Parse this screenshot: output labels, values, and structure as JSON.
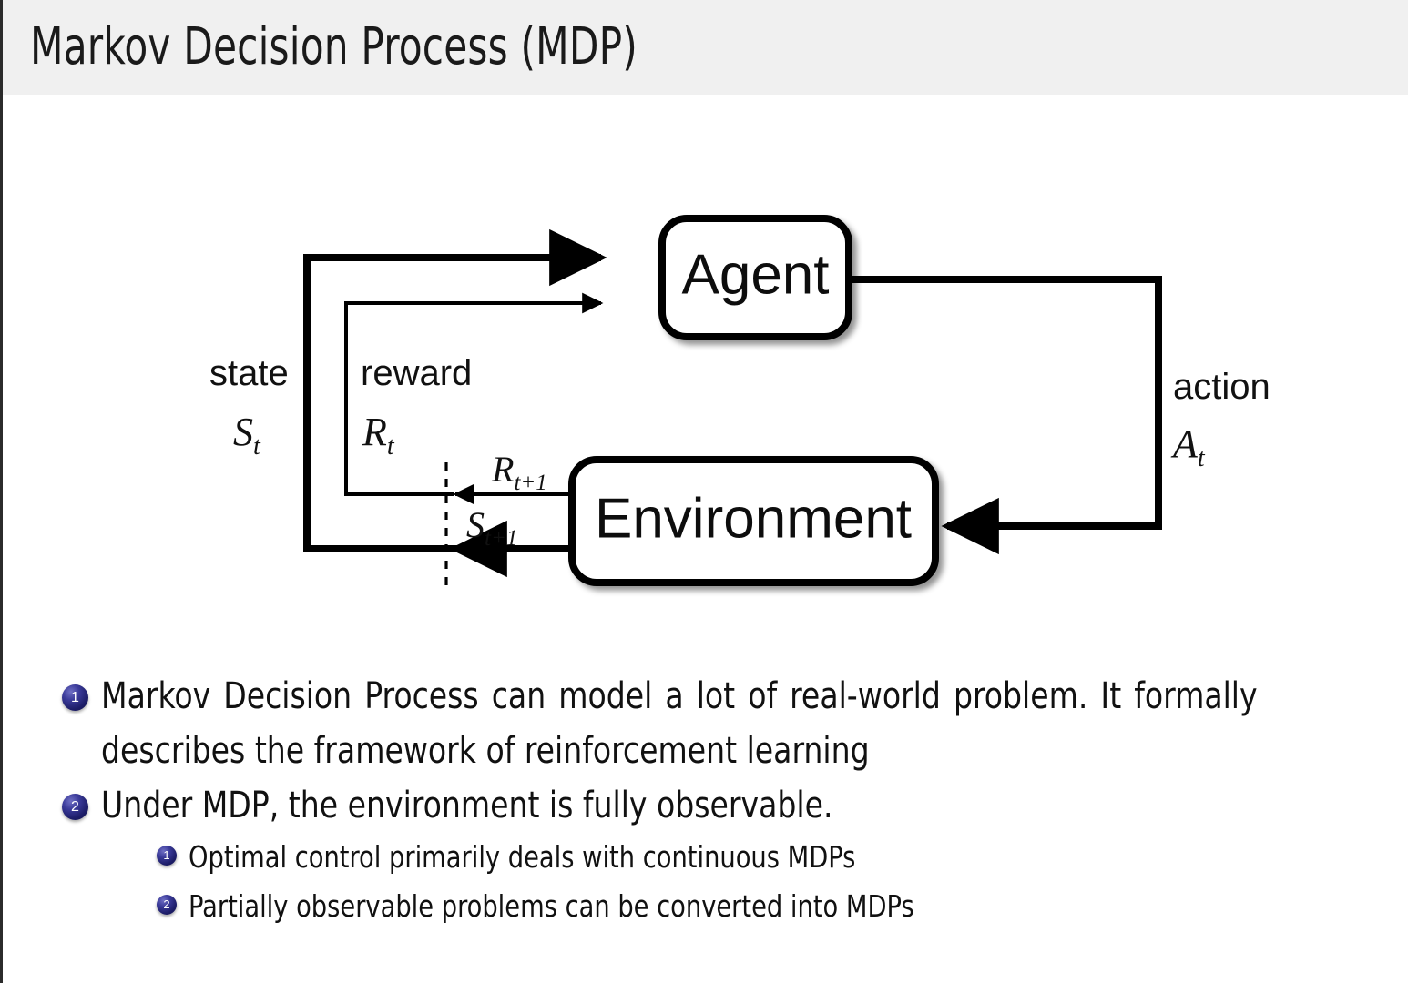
{
  "slide": {
    "title": "Markov Decision Process (MDP)",
    "background_color": "#ffffff",
    "title_bar_color": "#f0f0f0",
    "accent_color": "#1d1d68"
  },
  "diagram": {
    "name": "agent-environment-interaction-loop",
    "nodes": [
      {
        "id": "agent",
        "label": "Agent"
      },
      {
        "id": "environment",
        "label": "Environment"
      }
    ],
    "edge_labels": {
      "state_word": "state",
      "state_symbol": "S",
      "state_symbol_sub": "t",
      "reward_word": "reward",
      "reward_symbol": "R",
      "reward_symbol_sub": "t",
      "action_word": "action",
      "action_symbol": "A",
      "action_symbol_sub": "t",
      "next_reward_symbol": "R",
      "next_reward_sub": "t+1",
      "next_state_symbol": "S",
      "next_state_sub": "t+1"
    }
  },
  "bullets": [
    {
      "level": 1,
      "number": "1",
      "text": "Markov Decision Process can model a lot of real-world problem. It formally describes the framework of reinforcement learning"
    },
    {
      "level": 1,
      "number": "2",
      "text": "Under MDP, the environment is fully observable."
    },
    {
      "level": 2,
      "number": "1",
      "text": "Optimal control primarily deals with continuous MDPs"
    },
    {
      "level": 2,
      "number": "2",
      "text": "Partially observable problems can be converted into MDPs"
    }
  ]
}
